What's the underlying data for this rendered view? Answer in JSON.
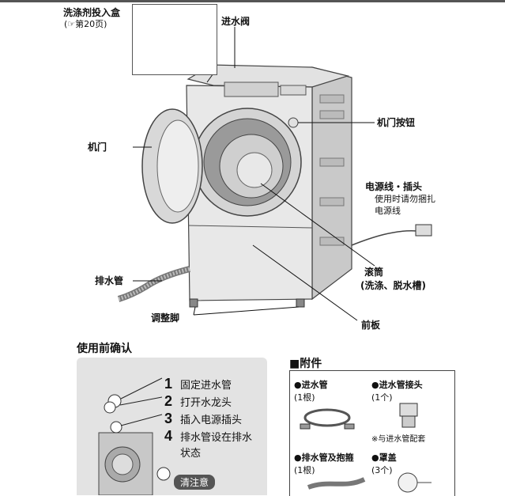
{
  "labels": {
    "detergent_box": "洗涤剂投入盒",
    "detergent_ref": "(☞第20页)",
    "inlet_valve": "进水阀",
    "door_button": "机门按钮",
    "door": "机门",
    "power_cord": "电源线・插头",
    "power_note1": "使用时请勿捆扎",
    "power_note2": "电源线",
    "drain_hose": "排水管",
    "drum": "滚筒",
    "drum_sub": "(洗涤、脱水槽)",
    "adjust_feet": "调整脚",
    "front_panel": "前板"
  },
  "before_use": {
    "title": "使用前确认",
    "steps": [
      {
        "num": "1",
        "text": "固定进水管"
      },
      {
        "num": "2",
        "text": "打开水龙头"
      },
      {
        "num": "3",
        "text": "插入电源插头"
      },
      {
        "num": "4",
        "text": "排水管设在排水",
        "cont": "状态"
      }
    ],
    "note_badge": "清注意"
  },
  "accessories": {
    "title": "■附件",
    "items": [
      {
        "name": "●进水管",
        "qty": "(1根)"
      },
      {
        "name": "●进水管接头",
        "qty": "(1个)",
        "note": "※与进水管配套"
      },
      {
        "name": "●排水管及抱箍",
        "qty": "(1根)"
      },
      {
        "name": "●罩盖",
        "qty": "(3个)"
      }
    ]
  }
}
